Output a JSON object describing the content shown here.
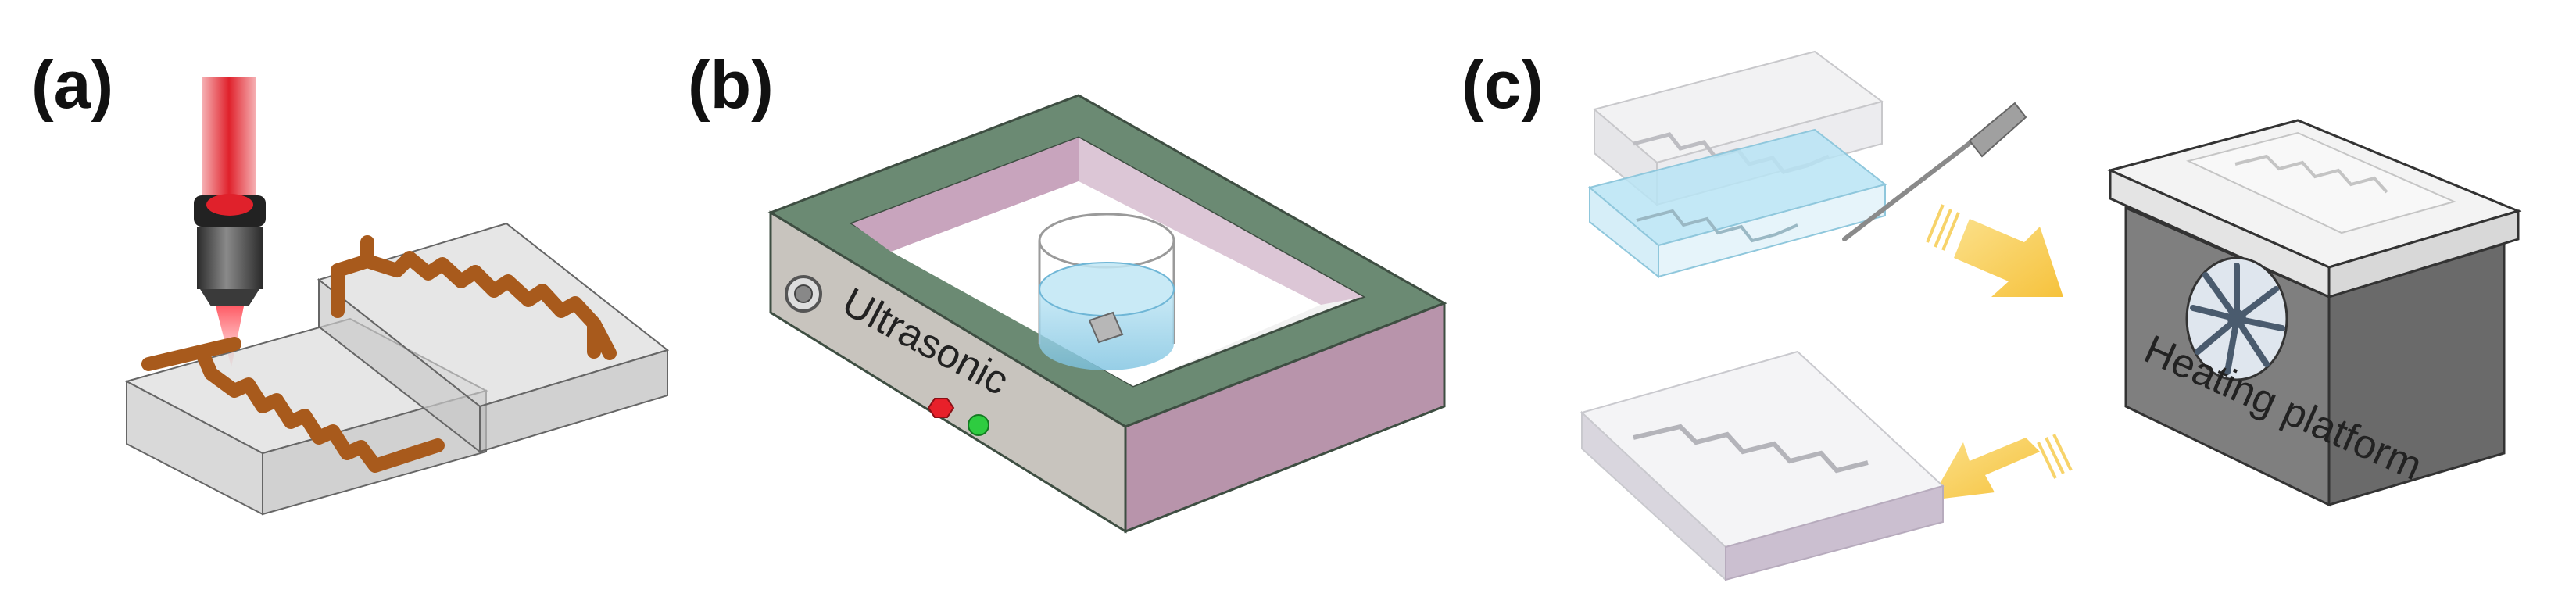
{
  "panels": [
    {
      "label": "(a)"
    },
    {
      "label": "(b)",
      "device_text": "Ultrasonic"
    },
    {
      "label": "(c)",
      "device_text": "Heating platform"
    }
  ],
  "colors": {
    "laser": "#e0212b",
    "channel": "#a85a1c",
    "green_frame": "#6b8a73",
    "pink_wall": "#c8a4bd",
    "liquid": "#9fd4ea",
    "arrow": "#f7c948",
    "heater_body": "#7f7f7f",
    "red_led": "#e8202a",
    "green_led": "#2ecc40"
  }
}
